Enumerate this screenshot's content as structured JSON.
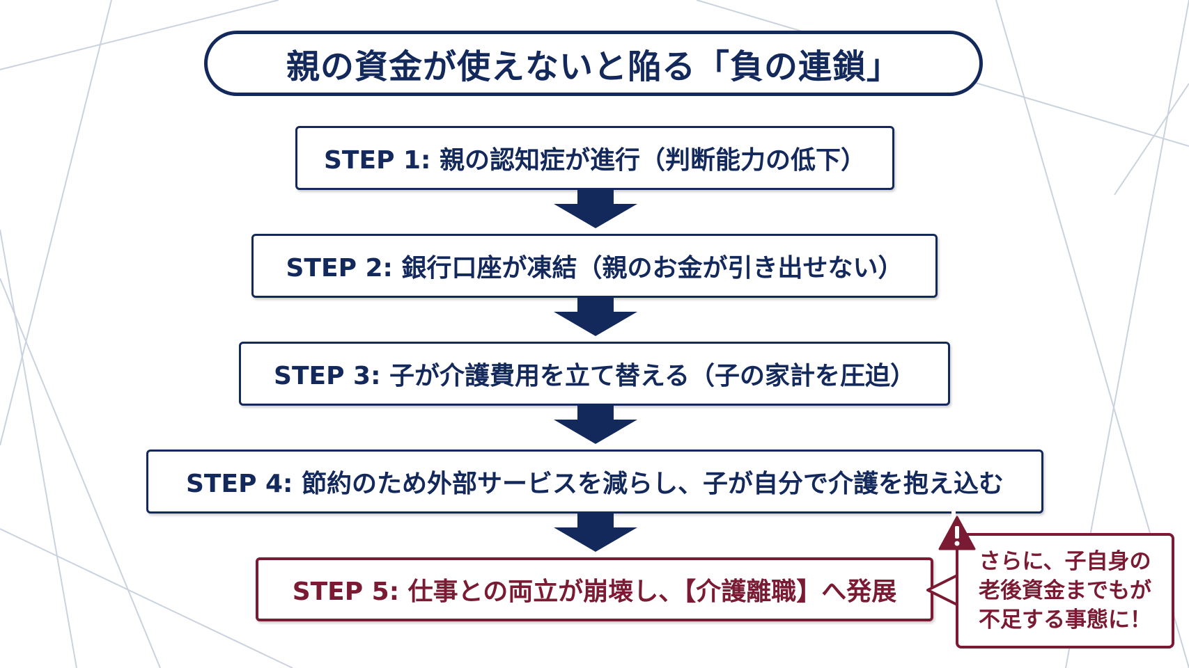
{
  "title": "親の資金が使えないと陥る「負の連鎖」",
  "steps": [
    {
      "label": "STEP 1: 親の認知症が進行（判断能力の低下）"
    },
    {
      "label": "STEP 2: 銀行口座が凍結（親のお金が引き出せない）"
    },
    {
      "label": "STEP 3: 子が介護費用を立て替える（子の家計を圧迫）"
    },
    {
      "label": "STEP 4: 節約のため外部サービスを減らし、子が自分で介護を抱え込む"
    },
    {
      "label": "STEP 5: 仕事との両立が崩壊し、【介護離職】へ発展"
    }
  ],
  "callout": {
    "lines": [
      "さらに、子自身の",
      "老後資金までもが",
      "不足する事態に！"
    ]
  },
  "warning_icon": "warning-triangle",
  "colors": {
    "navy": "#13285b",
    "maroon": "#7a1a33",
    "background": "#ffffff"
  }
}
